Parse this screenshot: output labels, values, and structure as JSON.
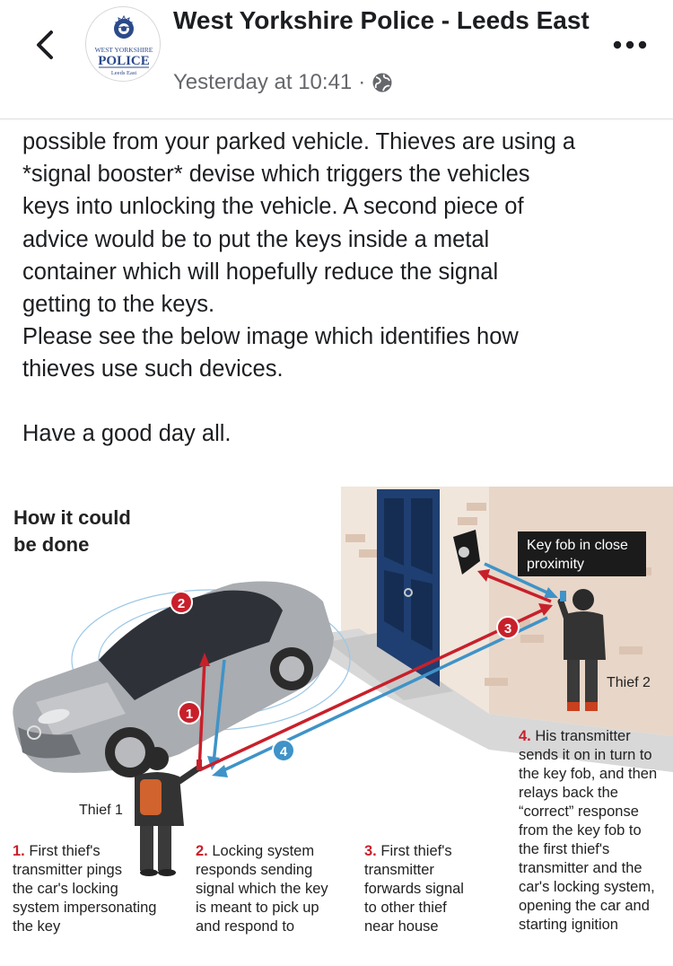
{
  "header": {
    "page_name": "West Yorkshire Police - Leeds East",
    "timestamp": "Yesterday at 10:41",
    "separator": "·",
    "avatar": {
      "line1": "WEST YORKSHIRE",
      "line2": "POLICE",
      "line3": "Leeds East"
    }
  },
  "post": {
    "lines": [
      "possible from your parked vehicle. Thieves are using a",
      "*signal booster* devise which triggers the vehicles",
      "keys into unlocking the vehicle. A second piece of",
      "advice would be to put the keys inside a metal",
      "container which will hopefully reduce the signal",
      "getting to the keys.",
      "Please see the below image which identifies how",
      "thieves use such devices."
    ],
    "greeting": "Have a good day all."
  },
  "infographic": {
    "title_line1": "How it could",
    "title_line2": "be done",
    "fob_label_line1": "Key fob in close",
    "fob_label_line2": "proximity",
    "thief1": "Thief 1",
    "thief2": "Thief 2",
    "markers": [
      "1",
      "2",
      "3",
      "4"
    ],
    "steps": [
      {
        "num": "1.",
        "lines": [
          "First thief's",
          "transmitter pings",
          "the car's locking",
          "system impersonating",
          "the key"
        ]
      },
      {
        "num": "2.",
        "lines": [
          "Locking system",
          "responds sending",
          "signal which the key",
          "is meant to pick up",
          "and respond to"
        ]
      },
      {
        "num": "3.",
        "lines": [
          "First thief's",
          "transmitter",
          "forwards signal",
          "to other thief",
          "near house"
        ]
      },
      {
        "num": "4.",
        "lines": [
          "His transmitter",
          "sends it on in turn to",
          "the key fob, and then",
          "relays back the",
          "“correct” response",
          "from the key fob to",
          "the first thief's",
          "transmitter and the",
          "car's locking system,",
          "opening the car and",
          "starting ignition"
        ]
      }
    ],
    "colors": {
      "red": "#c8202b",
      "blue": "#3f93c8",
      "door": "#1f3f72",
      "wall": "#e8d6c8"
    }
  }
}
